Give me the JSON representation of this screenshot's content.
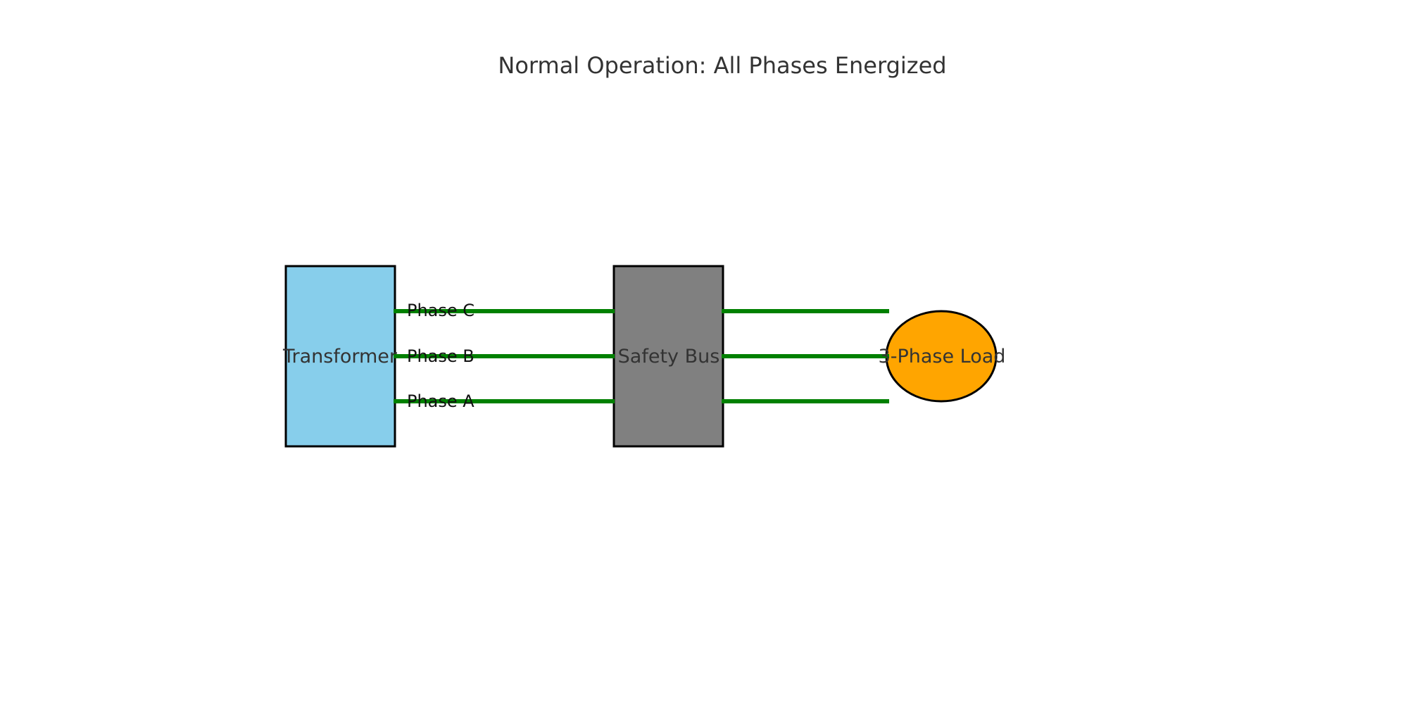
{
  "title": "Normal Operation: All Phases Energized",
  "components": {
    "transformer": {
      "label": "Transformer",
      "color": "#87CEEB"
    },
    "safety_bus": {
      "label": "Safety Bus",
      "color": "#808080"
    },
    "load": {
      "label": "3-Phase Load",
      "color": "#FFA500"
    }
  },
  "phases": [
    {
      "label": "Phase C"
    },
    {
      "label": "Phase B"
    },
    {
      "label": "Phase A"
    }
  ],
  "colors": {
    "energized": "#008000",
    "outline": "#000000"
  }
}
